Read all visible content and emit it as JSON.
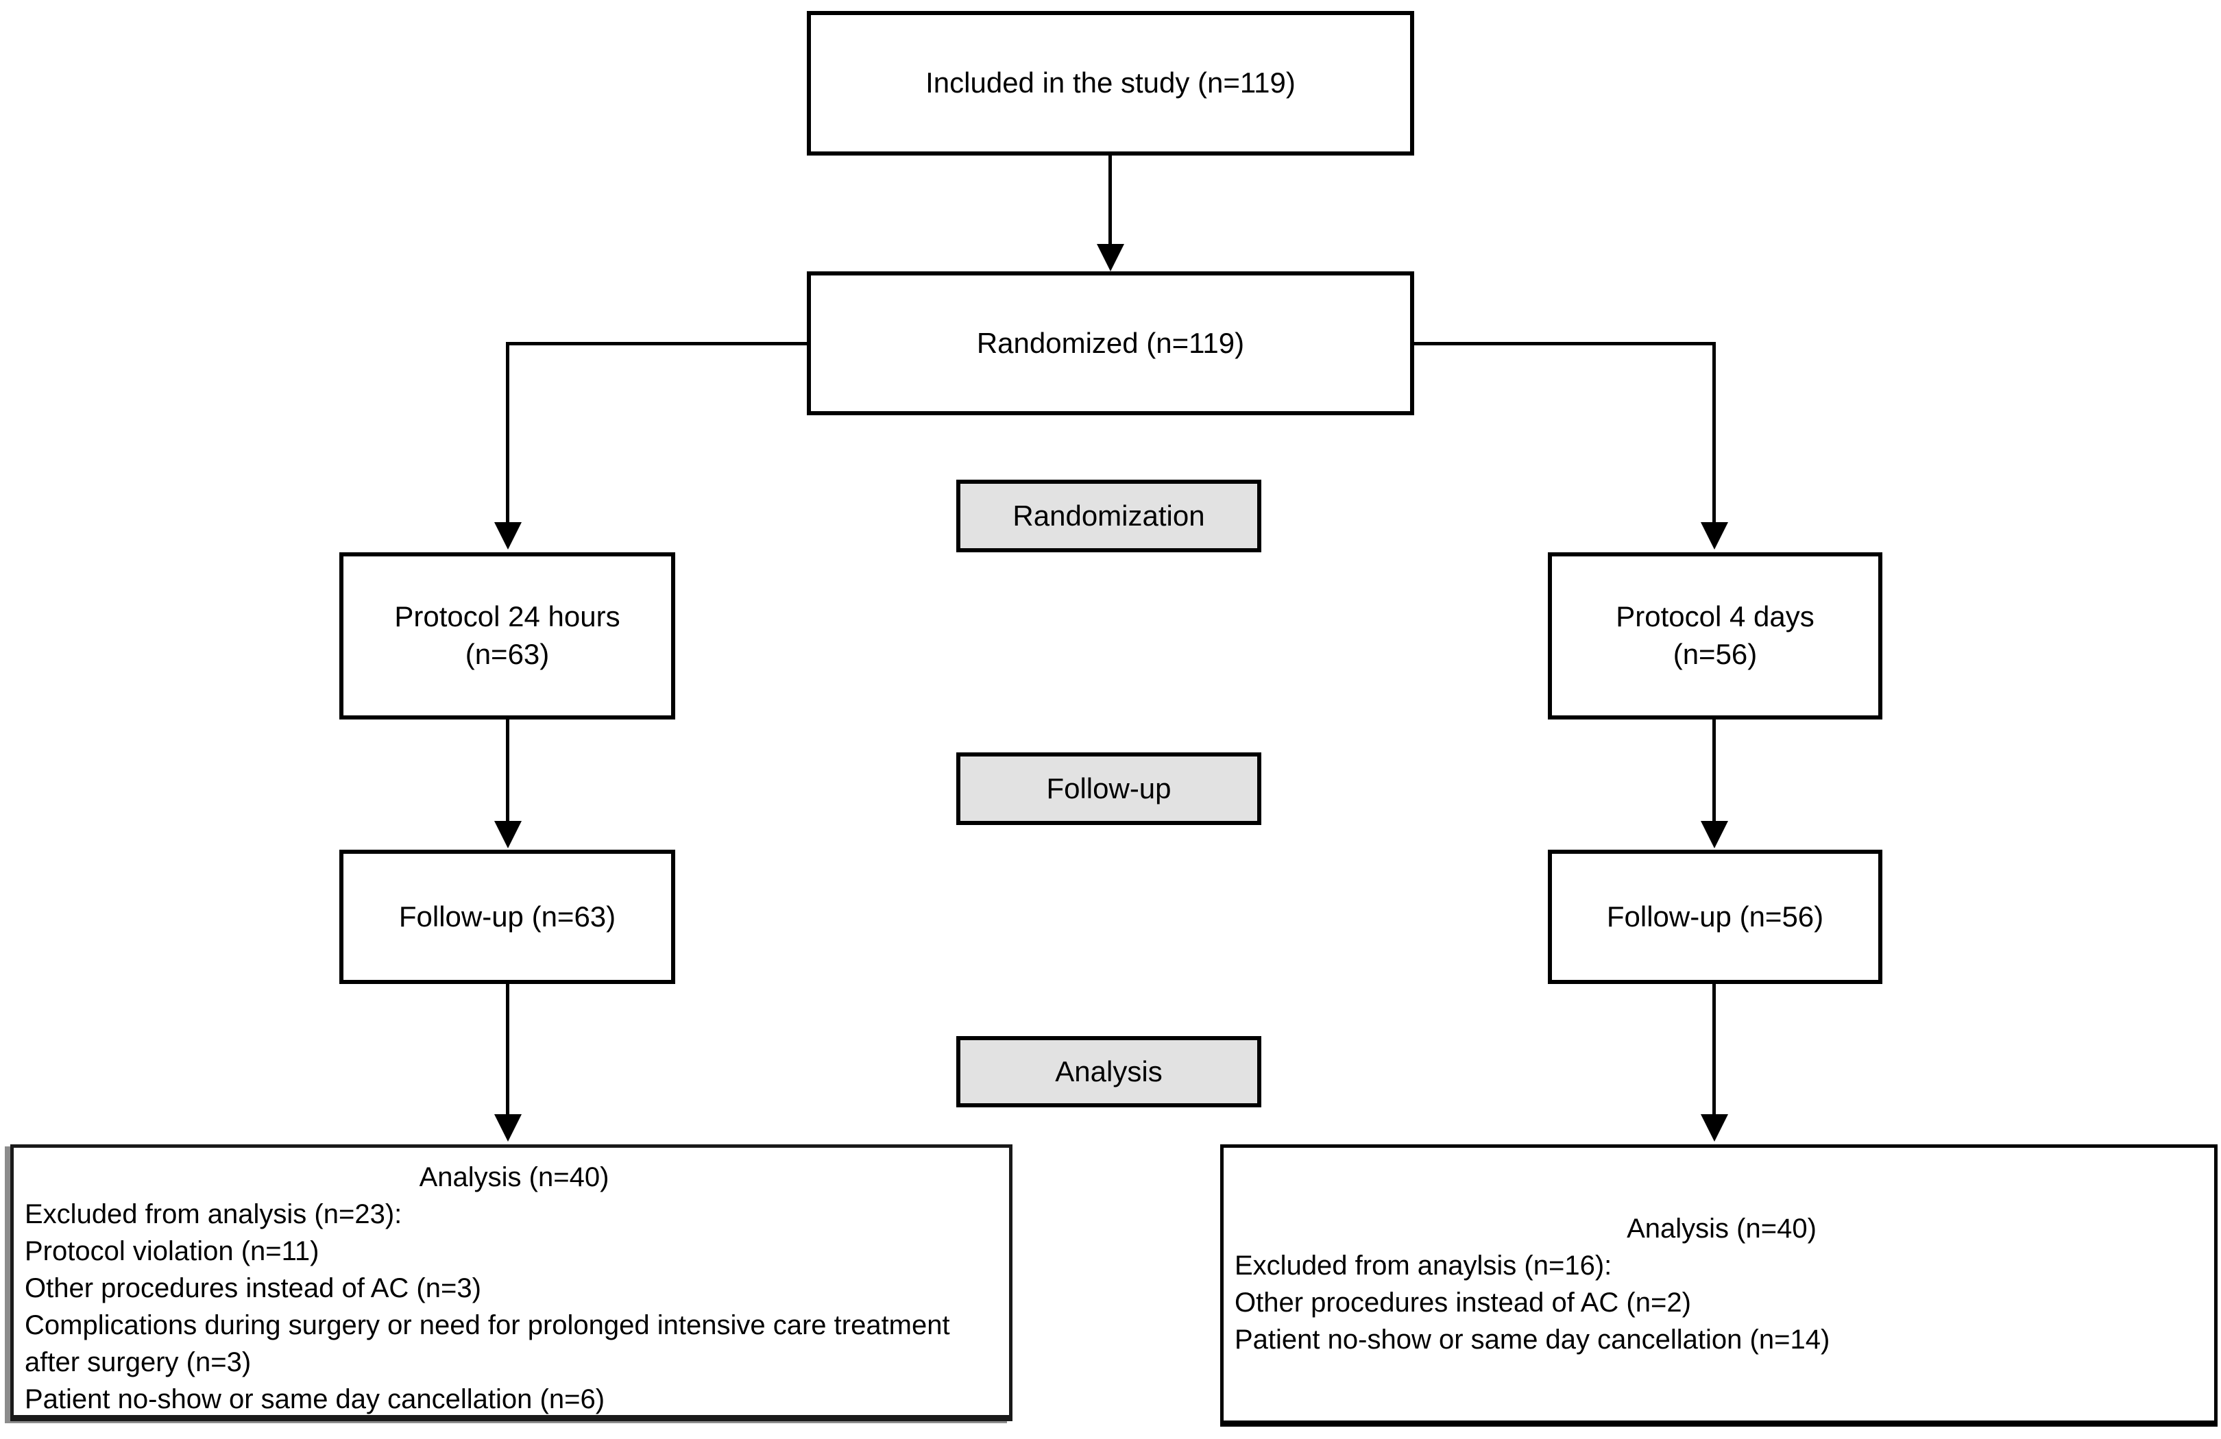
{
  "diagram": {
    "title_node": "Included in the study (n=119)",
    "randomized_node": "Randomized (n=119)",
    "stages": {
      "randomization": "Randomization",
      "followup": "Follow-up",
      "analysis": "Analysis"
    },
    "left_arm": {
      "protocol_line1": "Protocol 24 hours",
      "protocol_line2": "(n=63)",
      "followup": "Follow-up (n=63)",
      "analysis": {
        "title": "Analysis (n=40)",
        "line1": "Excluded from analysis (n=23):",
        "line2": "Protocol violation (n=11)",
        "line3": "Other procedures instead of AC (n=3)",
        "line4": "Complications during surgery or need for prolonged intensive care treatment after surgery (n=3)",
        "line5": "Patient no-show or same day cancellation (n=6)"
      }
    },
    "right_arm": {
      "protocol_line1": "Protocol 4 days",
      "protocol_line2": "(n=56)",
      "followup": "Follow-up (n=56)",
      "analysis": {
        "title": "Analysis (n=40)",
        "line1": "Excluded from anaylsis (n=16):",
        "line2": "Other procedures instead of AC (n=2)",
        "line3": "Patient no-show or same day cancellation (n=14)"
      }
    }
  },
  "colors": {
    "stage-fill": "#e2e2e2",
    "box-border": "#000000",
    "line-color": "#000000"
  }
}
